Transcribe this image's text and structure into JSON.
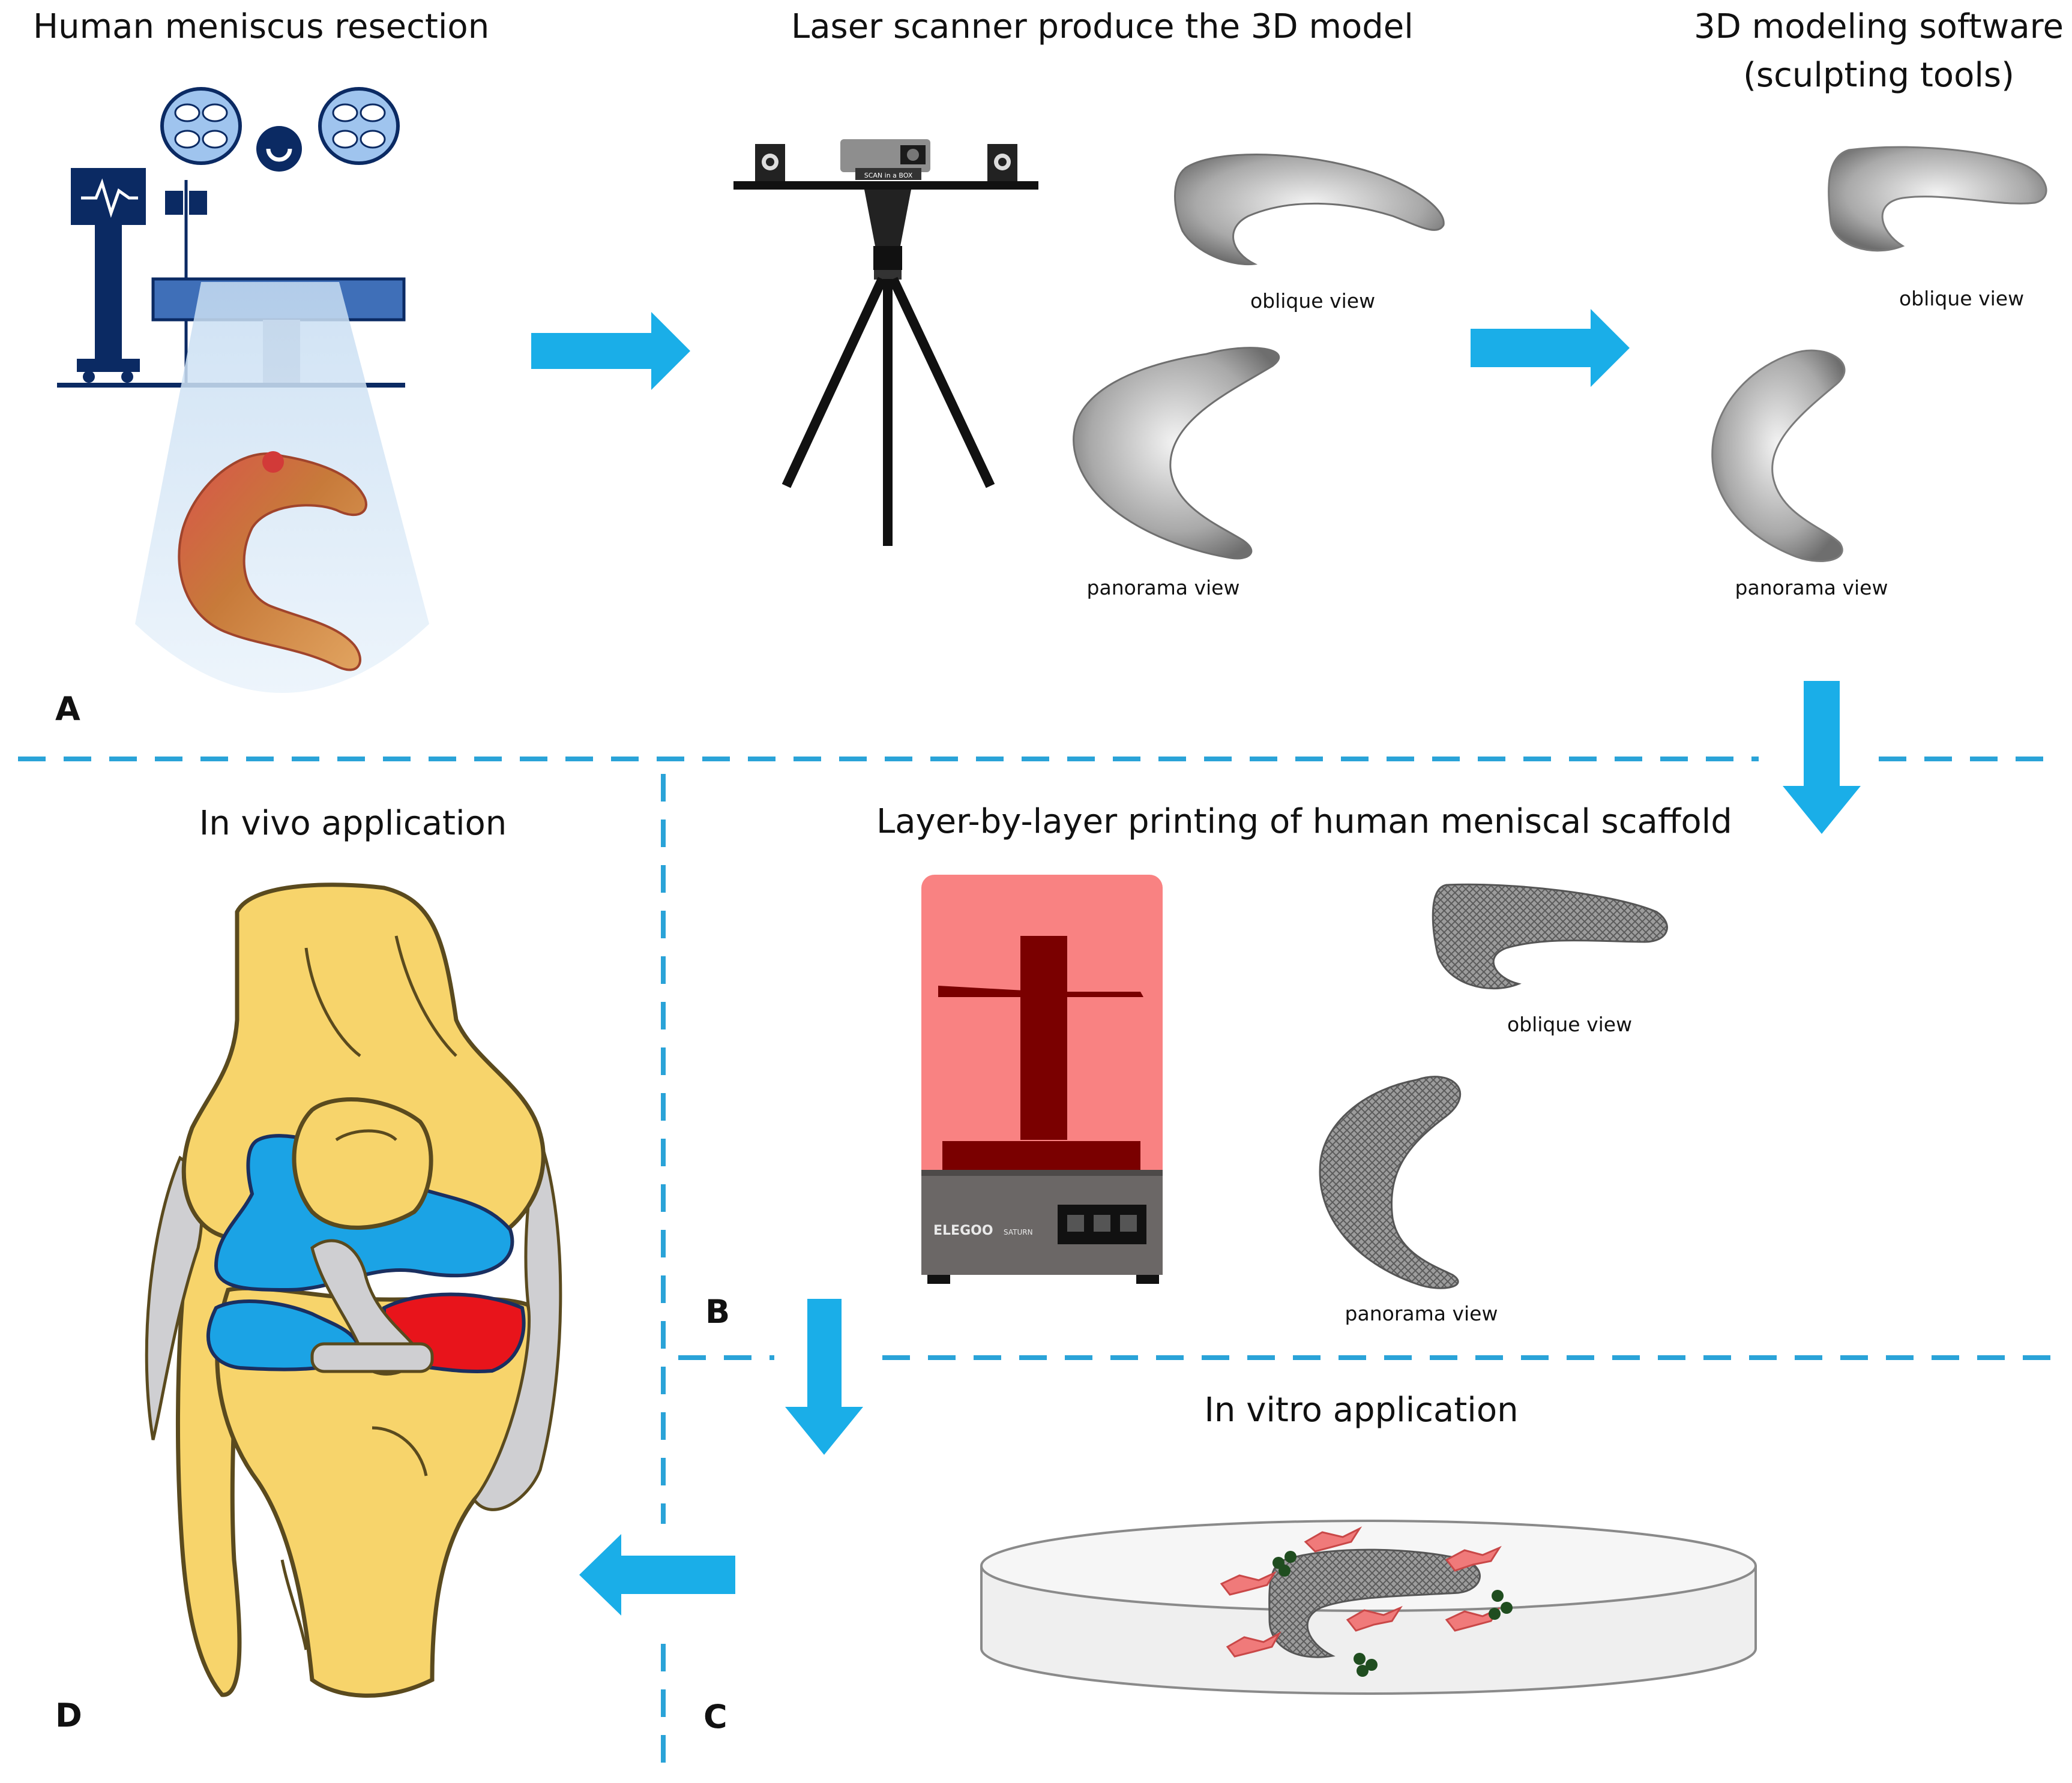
{
  "titles": {
    "resection": "Human meniscus resection",
    "scanner": "Laser scanner produce the 3D model",
    "software_line1": "3D modeling software",
    "software_line2": "(sculpting tools)",
    "printing": "Layer-by-layer printing of human meniscal scaffold",
    "in_vivo": "In vivo application",
    "in_vitro": "In vitro application"
  },
  "view_labels": {
    "scan_oblique": "oblique view",
    "scan_panorama": "panorama view",
    "soft_oblique": "oblique view",
    "soft_panorama": "panorama view",
    "print_oblique": "oblique view",
    "print_panorama": "panorama view"
  },
  "panels": {
    "a": "A",
    "b": "B",
    "c": "C",
    "d": "D"
  },
  "device_text": {
    "scanner_brand": "SCAN in a BOX",
    "printer_brand": "ELEGOO",
    "printer_model": "SATURN"
  },
  "colors": {
    "arrow": "#1aaee8",
    "divider": "#2aa3d8",
    "surgical_navy": "#0b2a63",
    "table_blue": "#3f6fb8",
    "bone": "#f7d46b",
    "meniscus_blue": "#1ba3e5",
    "meniscus_red": "#e8141b",
    "ligament": "#cfcfd2",
    "printer_pink": "#f98282",
    "printer_dark": "#7a0000",
    "printer_base": "#6b6766",
    "cell_pink": "#f07a7a",
    "particle_green": "#1f4d1f"
  }
}
